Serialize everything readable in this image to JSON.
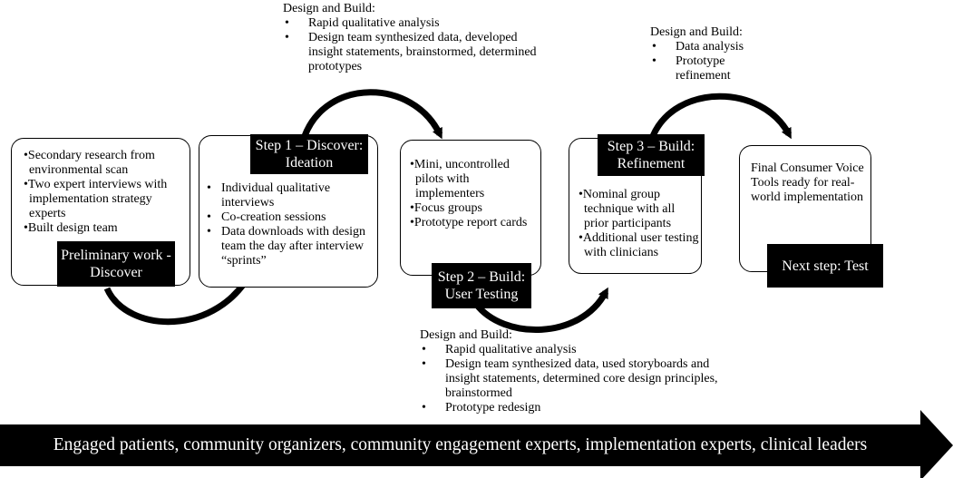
{
  "stages": [
    {
      "label": "Preliminary work - Discover",
      "items": [
        "Secondary research from environmental scan",
        "Two expert interviews with implementation strategy experts",
        "Built design team"
      ]
    },
    {
      "label": "Step 1 – Discover: Ideation",
      "items": [
        "Individual qualitative interviews",
        "Co-creation sessions",
        "Data downloads with design team the day after interview “sprints”"
      ]
    },
    {
      "label": "Step 2 – Build: User Testing",
      "items": [
        "Mini, uncontrolled pilots with implementers",
        "Focus groups",
        "Prototype report cards"
      ]
    },
    {
      "label": "Step 3 – Build: Refinement",
      "items": [
        "Nominal group technique with all prior participants",
        "Additional user testing with clinicians"
      ]
    },
    {
      "label": "Next step: Test",
      "text": "Final Consumer Voice Tools ready for real-world implementation"
    }
  ],
  "design_build": [
    {
      "heading": "Design and Build:",
      "items": [
        "Rapid qualitative analysis",
        "Design team synthesized data, developed insight statements, brainstormed, determined prototypes"
      ]
    },
    {
      "heading": "Design and Build:",
      "items": [
        "Rapid qualitative analysis",
        "Design team synthesized data, used storyboards and insight statements, determined core design principles, brainstormed",
        "Prototype redesign"
      ]
    },
    {
      "heading": "Design and Build:",
      "items": [
        "Data analysis",
        "Prototype refinement"
      ]
    }
  ],
  "banner": "Engaged patients, community organizers, community engagement experts, implementation experts, clinical leaders",
  "colors": {
    "ink": "#000000",
    "background": "#ffffff"
  }
}
